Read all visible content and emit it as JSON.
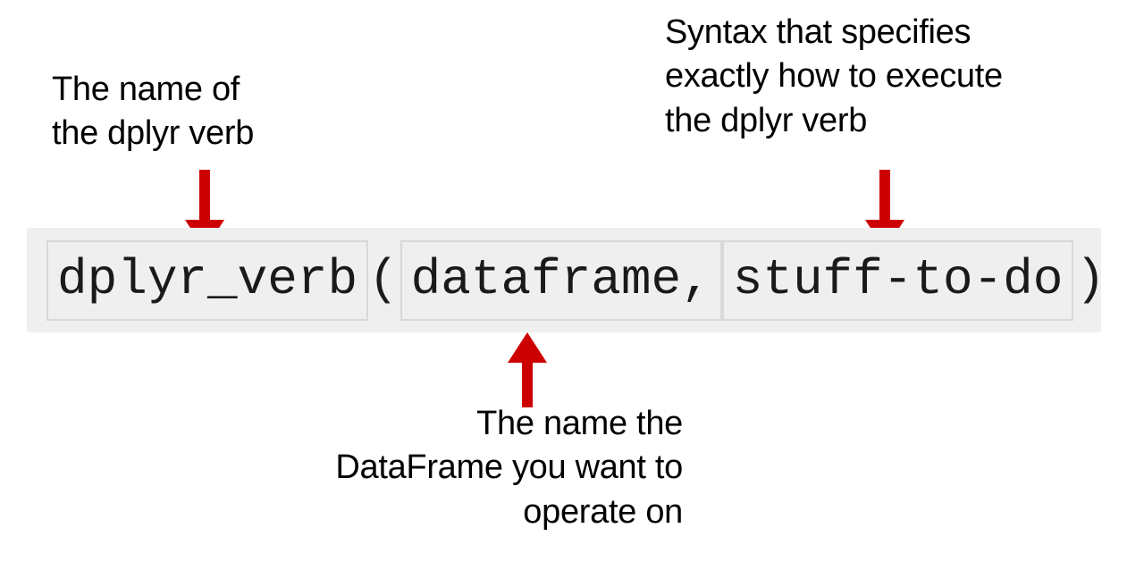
{
  "figure": {
    "title": "dplyr verb syntax anatomy",
    "background_color": "#ffffff",
    "band_color": "#efefef",
    "arrow_color": "#cc0000",
    "box_border_color": "#d8d8d8"
  },
  "code_line": {
    "full_text": "dplyr_verb(dataframe, stuff-to-do)",
    "segments": [
      {
        "id": "verb",
        "text": "dplyr_verb",
        "boxed": true
      },
      {
        "id": "paren_open",
        "text": "(",
        "boxed": false
      },
      {
        "id": "dataframe",
        "text": "dataframe,",
        "boxed": true
      },
      {
        "id": "stuff",
        "text": "stuff-to-do",
        "boxed": true
      },
      {
        "id": "paren_close",
        "text": ")",
        "boxed": false
      }
    ]
  },
  "callouts": [
    {
      "id": "verb",
      "text": "The name of\nthe dplyr verb",
      "target": "dplyr_verb",
      "arrow_direction": "down"
    },
    {
      "id": "syntax",
      "text": "Syntax that specifies\nexactly how to execute\nthe dplyr verb",
      "target": "stuff-to-do",
      "arrow_direction": "down"
    },
    {
      "id": "dataframe",
      "text": "The name the\nDataFrame you want to\noperate on",
      "target": "dataframe",
      "arrow_direction": "up"
    }
  ]
}
